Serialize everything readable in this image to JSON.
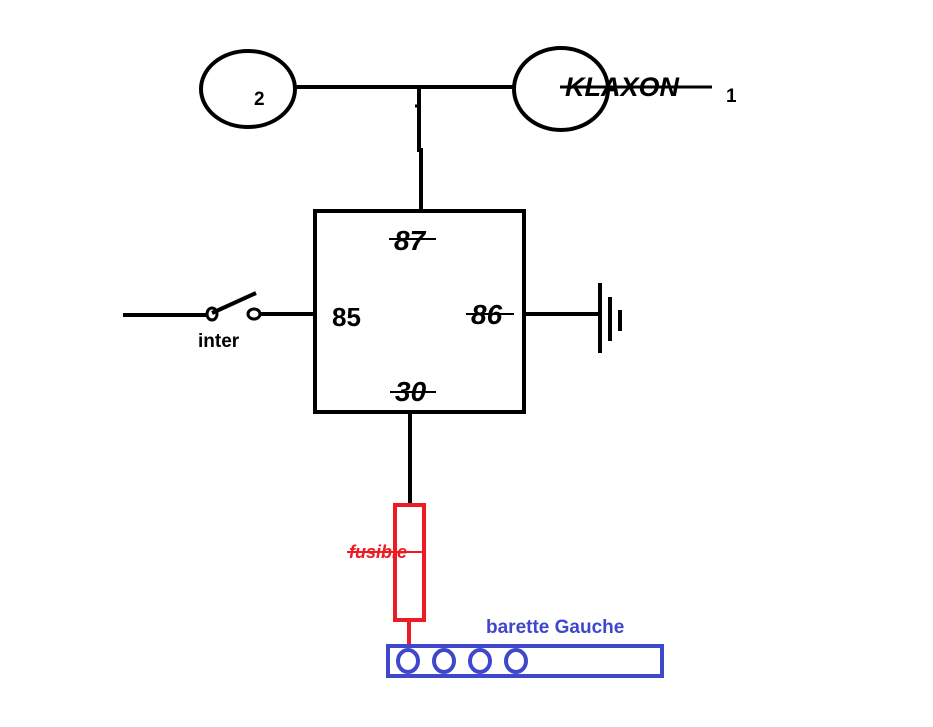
{
  "labels": {
    "horn_left": "2",
    "horn_right_name": "KLAXON",
    "horn_right_number": "1",
    "pin_87": "87",
    "pin_85": "85",
    "pin_86": "86",
    "pin_30": "30",
    "switch": "inter",
    "fuse": "fusible",
    "busbar": "barette Gauche"
  },
  "colors": {
    "wire": "#000000",
    "fuse": "#ed1c24",
    "busbar": "#3f48cc"
  }
}
